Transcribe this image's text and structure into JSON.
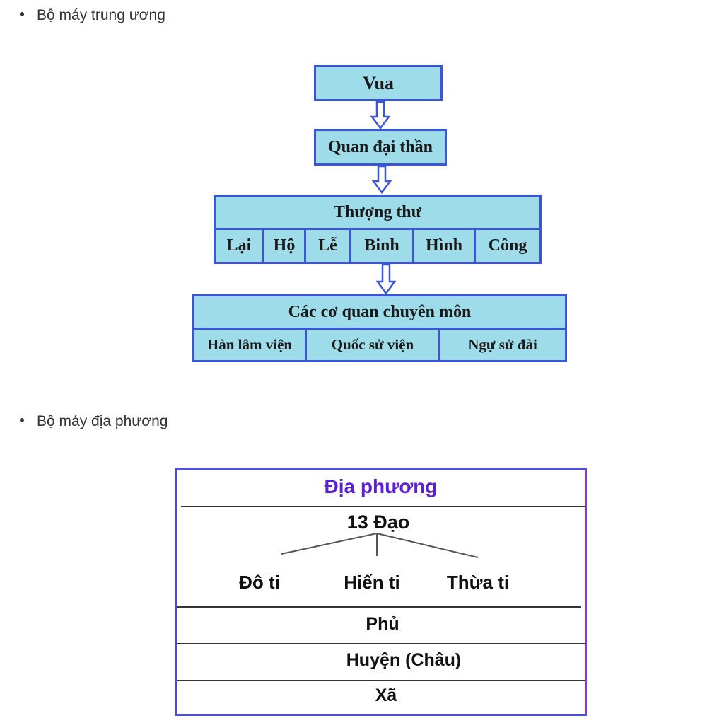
{
  "central": {
    "bullet": "Bộ máy trung ương",
    "king": "Vua",
    "grand_minister": "Quan đại thần",
    "shang_shu": "Thượng thư",
    "ministries": [
      "Lại",
      "Hộ",
      "Lễ",
      "Binh",
      "Hình",
      "Công"
    ],
    "agencies_title": "Các cơ quan chuyên môn",
    "agencies": [
      "Hàn lâm viện",
      "Quốc sử viện",
      "Ngự sử đài"
    ]
  },
  "local": {
    "bullet": "Bộ máy địa phương",
    "title": "Địa phương",
    "dao": "13 Đạo",
    "offices": [
      "Đô ti",
      "Hiến ti",
      "Thừa ti"
    ],
    "phu": "Phủ",
    "huyen": "Huyện (Châu)",
    "xa": "Xã"
  },
  "colors": {
    "box_fill": "#9fdcea",
    "box_border": "#3a55d8",
    "local_title": "#5a1fd6",
    "table_border": "#4e4ee0"
  }
}
